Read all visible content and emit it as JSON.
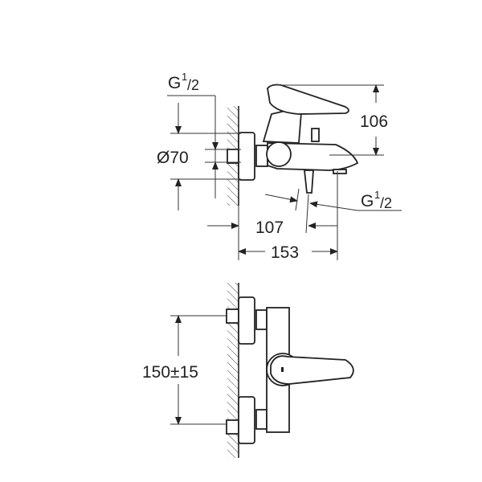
{
  "title": "Bath mixer dimension drawing",
  "side_view": {
    "inlet_thread_top": {
      "main": "G",
      "sup": "1",
      "den": "/2"
    },
    "rosette_diameter": "Ø70",
    "height_above_axis": "106",
    "spout_projection": "107",
    "overall_projection": "153",
    "outlet_thread": {
      "main": "G",
      "sup": "1",
      "den": "/2"
    }
  },
  "front_view": {
    "centre_distance": "150±15"
  },
  "colors": {
    "line": "#222222",
    "background": "#ffffff"
  }
}
